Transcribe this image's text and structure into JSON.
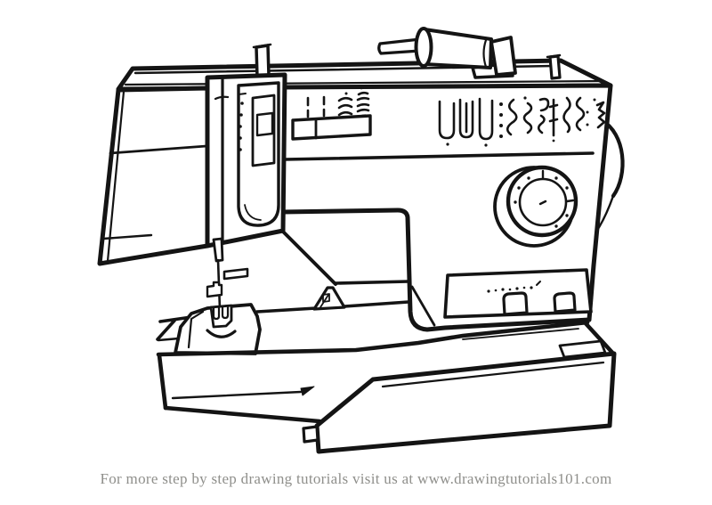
{
  "page": {
    "background": "#ffffff"
  },
  "caption": {
    "text": "For more step by step drawing tutorials visit us at www.drawingtutorials101.com",
    "color": "#8f8f8b"
  },
  "artwork": {
    "subject": "Sewing machine - black and white line drawing",
    "stroke_color": "#141414",
    "fill_color": "#ffffff",
    "parts": [
      "spool of thread",
      "spool pin",
      "thread guide pin",
      "hand wheel",
      "stitch selector dial",
      "stitch pattern row",
      "tension panel",
      "stitch width slider",
      "needle bar",
      "presser foot",
      "needle plate",
      "button panel",
      "free arm base",
      "extension table"
    ]
  }
}
